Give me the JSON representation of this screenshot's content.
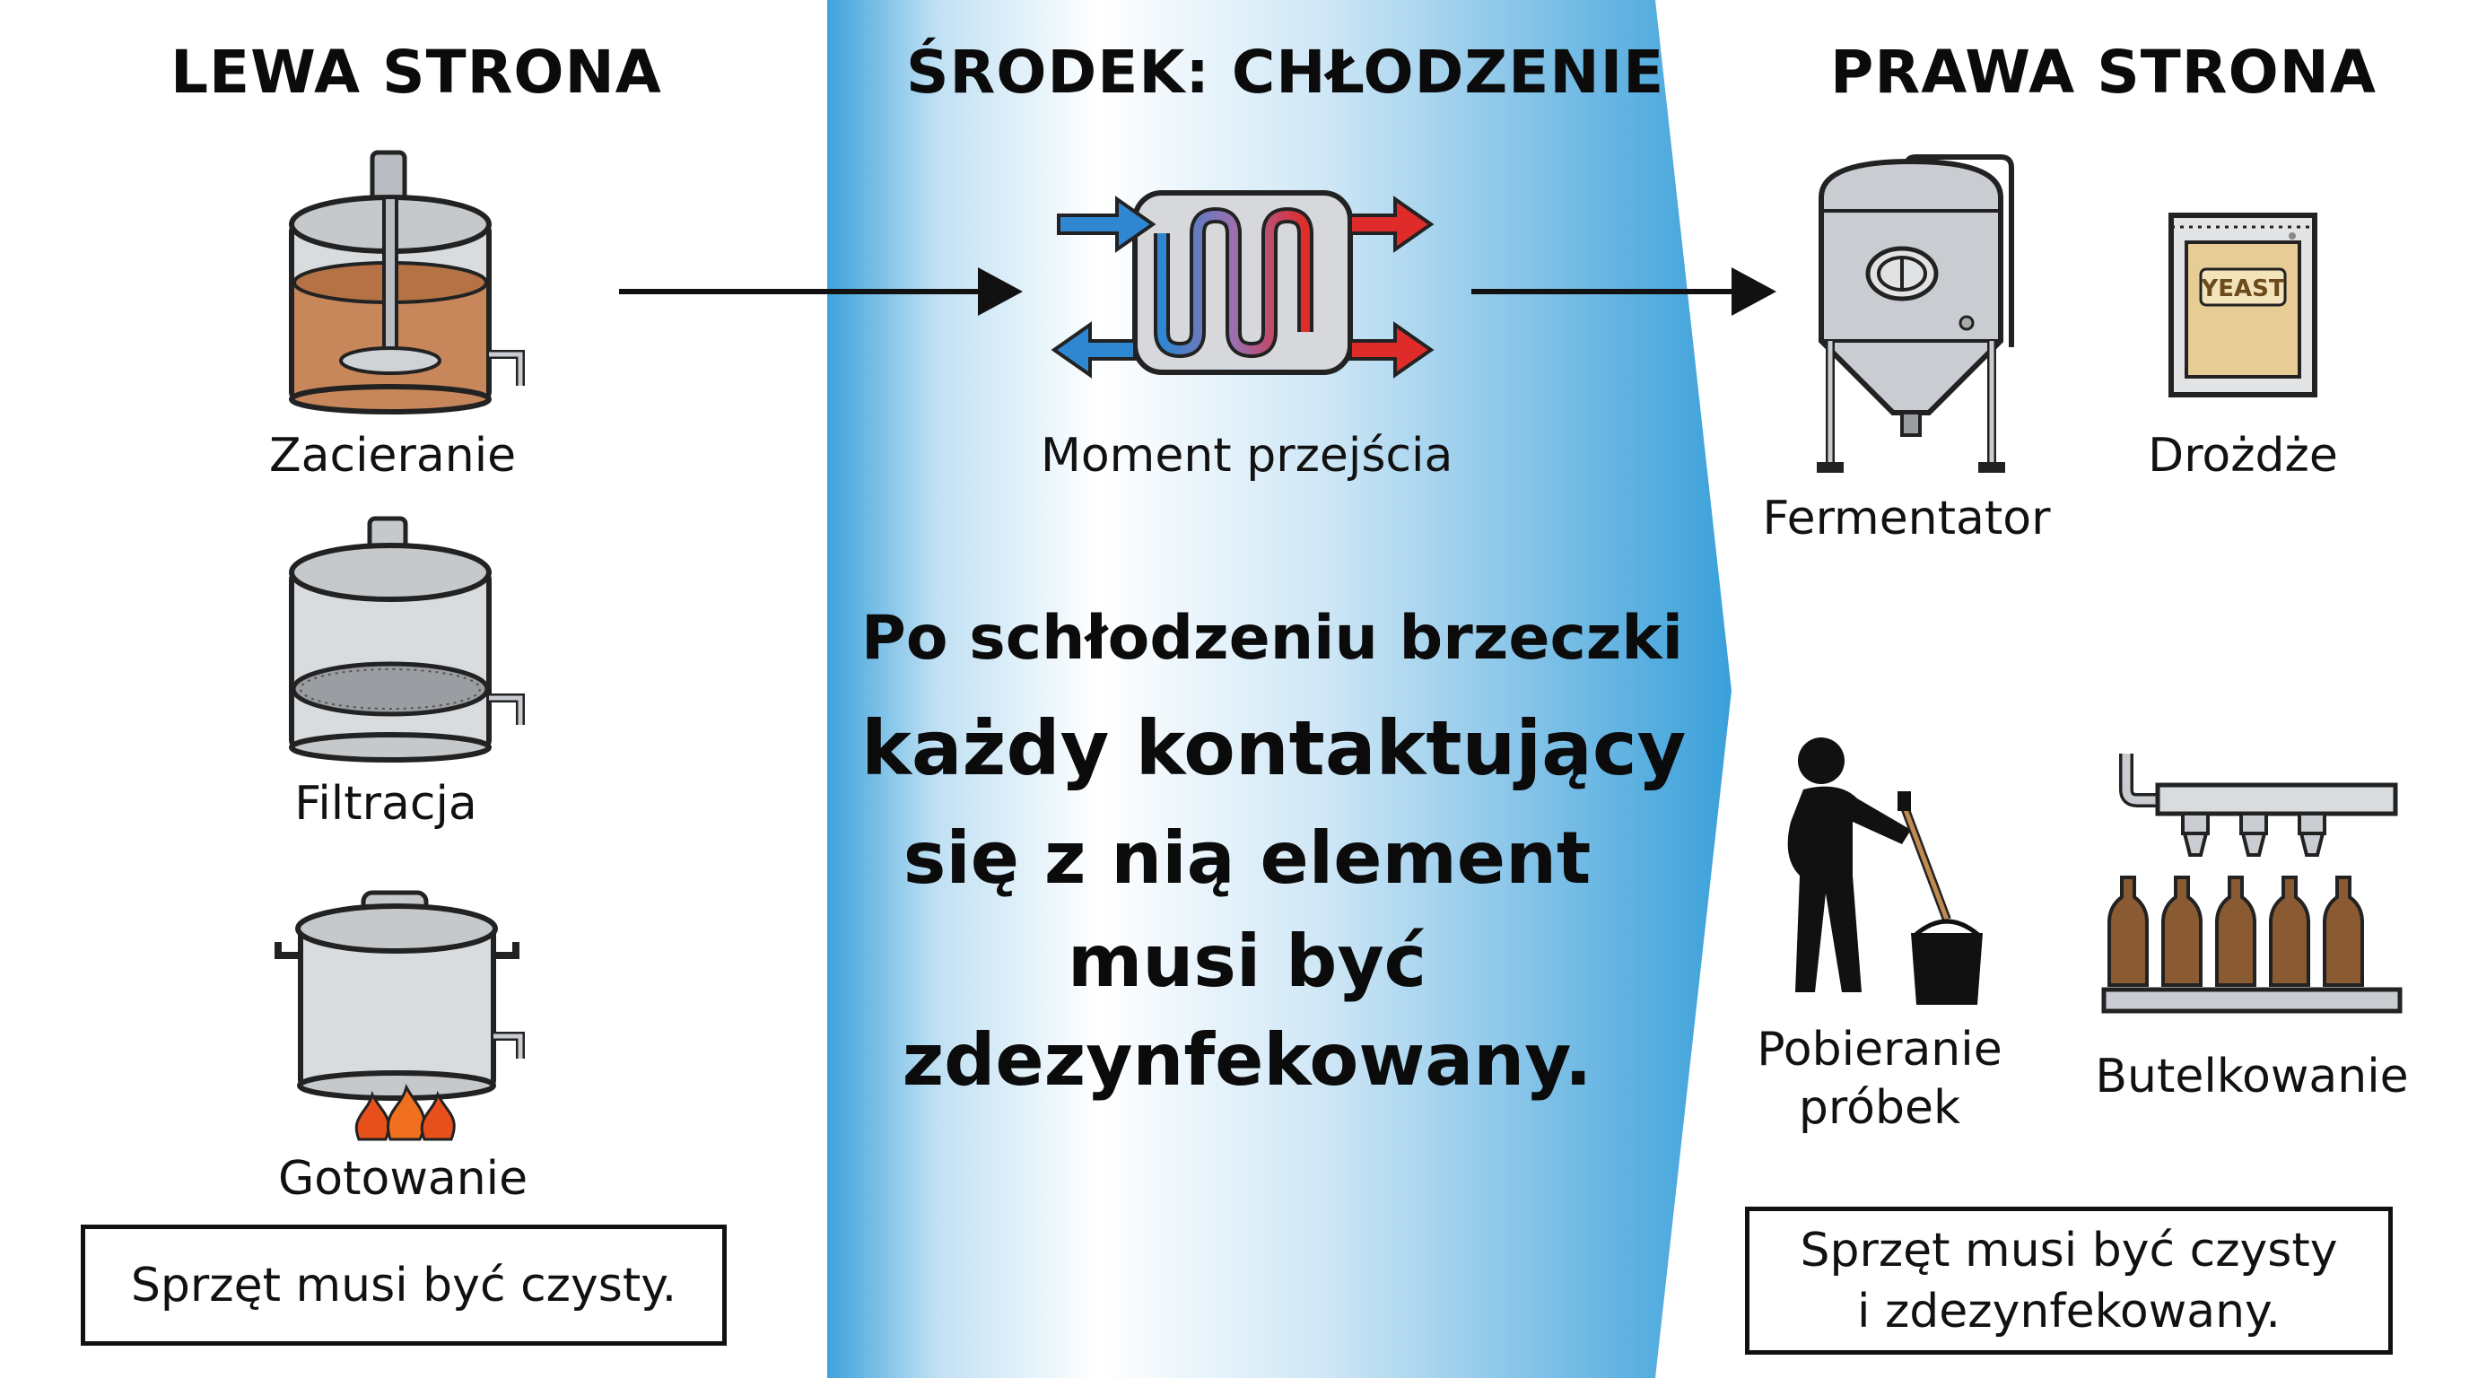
{
  "left": {
    "title": "LEWA STRONA",
    "items": [
      {
        "label": "Zacieranie",
        "icon": "mash-tun-icon"
      },
      {
        "label": "Filtracja",
        "icon": "lauter-tun-icon"
      },
      {
        "label": "Gotowanie",
        "icon": "boil-kettle-icon"
      }
    ],
    "note": "Sprzęt musi być czysty."
  },
  "middle": {
    "title": "ŚRODEK: CHŁODZENIE",
    "icon": "heat-exchanger-icon",
    "label": "Moment przejścia",
    "statement": {
      "line1": "Po schłodzeniu brzeczki",
      "line2": "każdy kontaktujący",
      "line3": "się z nią element",
      "line4": "musi być",
      "line5": "zdezynfekowany."
    }
  },
  "right": {
    "title": "PRAWA STRONA",
    "items": [
      {
        "label": "Fermentator",
        "icon": "fermenter-icon"
      },
      {
        "label": "Drożdże",
        "icon": "yeast-packet-icon",
        "packet_text": "YEAST"
      },
      {
        "label_line1": "Pobieranie",
        "label_line2": "próbek",
        "icon": "sampling-person-icon"
      },
      {
        "label": "Butelkowanie",
        "icon": "bottling-line-icon"
      }
    ],
    "note_line1": "Sprzęt musi być czysty",
    "note_line2": "i zdezynfekowany."
  },
  "colors": {
    "band_dark": "#3aa0da",
    "band_light": "#e8f4fb",
    "cold": "#2f86d1",
    "hot": "#e02b2b",
    "wort": "#c8875a",
    "steel": "#c9ccd0"
  }
}
